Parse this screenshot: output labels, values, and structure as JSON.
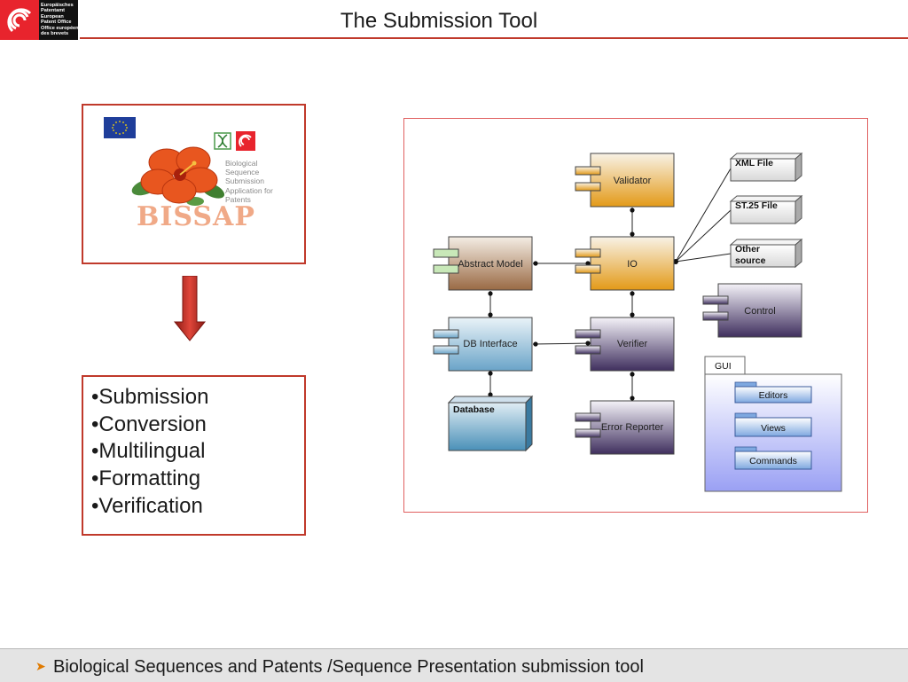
{
  "header": {
    "title": "The Submission Tool",
    "logo_lines": [
      "Europäisches",
      "Patentamt",
      "European",
      "Patent Office",
      "Office européen",
      "des brevets"
    ]
  },
  "bissap": {
    "name": "BISSAP",
    "description_lines": [
      "Biological",
      "Sequence",
      "Submission",
      "Application for",
      "Patents"
    ]
  },
  "features": [
    "Submission",
    "Conversion",
    "Multilingual",
    "Formatting",
    "Verification"
  ],
  "diagram": {
    "components": {
      "validator": "Validator",
      "abstract_model": "Abstract Model",
      "io": "IO",
      "db_interface": "DB Interface",
      "verifier": "Verifier",
      "error_reporter": "Error Reporter",
      "control": "Control"
    },
    "nodes": {
      "database": "Database",
      "xml_file": "XML File",
      "st25_file": "ST.25 File",
      "other_source_line1": "Other",
      "other_source_line2": "source"
    },
    "gui": {
      "tab": "GUI",
      "items": [
        "Editors",
        "Views",
        "Commands"
      ]
    }
  },
  "footer": {
    "text": "Biological Sequences and Patents /Sequence Presentation submission tool"
  },
  "colors": {
    "accent_red": "#c0392b",
    "validator_orange": "#e8a020",
    "abstract_brown": "#a0704a",
    "db_blue": "#7ab0d0",
    "verifier_purple": "#4a3a6a",
    "gui_blue": "#a8b0f8"
  }
}
